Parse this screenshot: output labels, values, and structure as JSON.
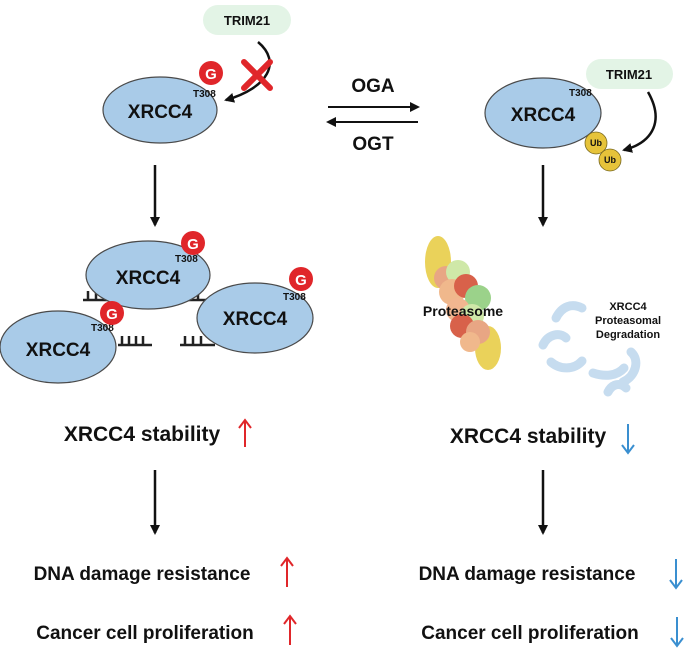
{
  "labels": {
    "trim21": "TRIM21",
    "xrcc4": "XRCC4",
    "site": "T308",
    "g": "G",
    "ub": "Ub",
    "oga": "OGA",
    "ogt": "OGT",
    "proteasome": "Proteasome",
    "deg_line1": "XRCC4",
    "deg_line2": "Proteasomal",
    "deg_line3": "Degradation"
  },
  "left_outcomes": {
    "stability": "XRCC4 stability",
    "dna": "DNA damage resistance",
    "proliferation": "Cancer cell proliferation",
    "direction": "up"
  },
  "right_outcomes": {
    "stability": "XRCC4 stability",
    "dna": "DNA damage resistance",
    "proliferation": "Cancer cell proliferation",
    "direction": "down"
  },
  "colors": {
    "protein_fill": "#a9cbe8",
    "protein_stroke": "#4a4a4a",
    "glyco": "#e0262a",
    "trim21_bg": "#e3f4e6",
    "ubiquitin": "#e6c33a",
    "up_arrow": "#e0262a",
    "down_arrow": "#3a8fd0",
    "fragment": "#cfe2f2"
  }
}
